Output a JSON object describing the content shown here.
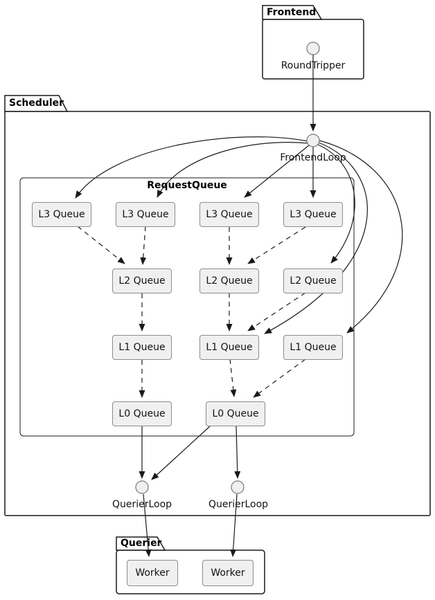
{
  "frontend": {
    "title": "Frontend",
    "round_tripper_label": "RoundTripper"
  },
  "scheduler": {
    "title": "Scheduler",
    "frontend_loop_label": "FrontendLoop",
    "request_queue": {
      "title": "RequestQueue",
      "l3_queues": [
        "L3 Queue",
        "L3 Queue",
        "L3 Queue",
        "L3 Queue"
      ],
      "l2_queues": [
        "L2 Queue",
        "L2 Queue",
        "L2 Queue"
      ],
      "l1_queues": [
        "L1 Queue",
        "L1 Queue",
        "L1 Queue"
      ],
      "l0_queues": [
        "L0 Queue",
        "L0 Queue"
      ]
    },
    "querier_loop_labels": [
      "QuerierLoop",
      "QuerierLoop"
    ]
  },
  "querier": {
    "title": "Querier",
    "workers": [
      "Worker",
      "Worker"
    ]
  },
  "colors": {
    "background": "#FFFFFF",
    "node_fill": "#F0F0F0",
    "node_border": "#8C8C8C",
    "circle_fill": "#F0F0F0",
    "circle_border": "#777777",
    "package_border": "#181818",
    "edge": "#1A1A1A"
  }
}
